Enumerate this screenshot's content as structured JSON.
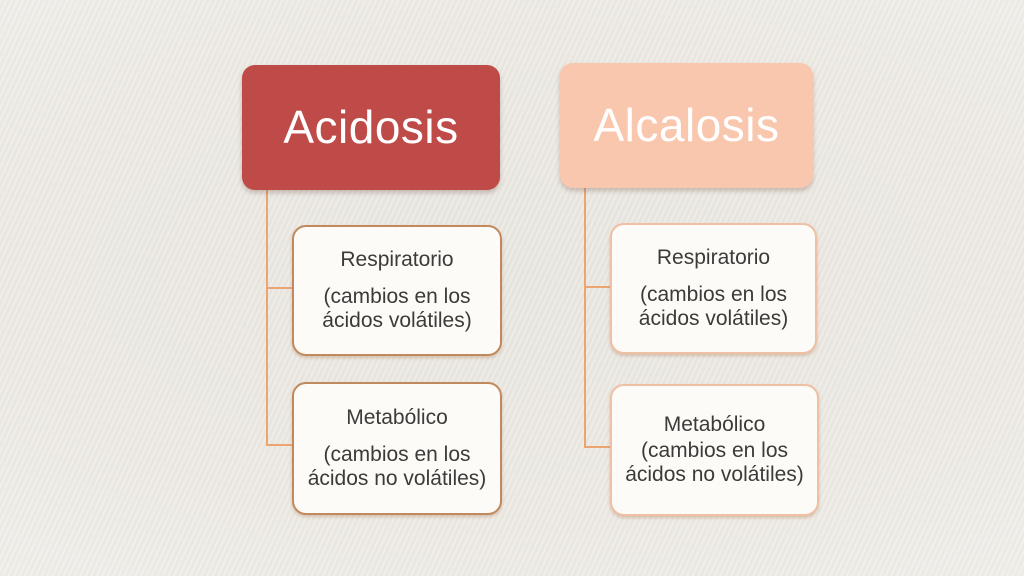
{
  "slide": {
    "background_color": "#EFEDE7",
    "diagram": {
      "type": "hierarchy",
      "columns": [
        {
          "id": "acidosis",
          "header": {
            "label": "Acidosis",
            "fill": "#BE4B48",
            "text_color": "#FFFFFF"
          },
          "connector_color": "#EDA471",
          "child_border_color": "#C08A5E",
          "children": [
            {
              "title": "Respiratorio",
              "subtitle": "(cambios en los ácidos volátiles)"
            },
            {
              "title": "Metabólico",
              "subtitle": "(cambios en los ácidos no volátiles)"
            }
          ]
        },
        {
          "id": "alcalosis",
          "header": {
            "label": "Alcalosis",
            "fill": "#F9C7AE",
            "text_color": "#FFFFFF"
          },
          "connector_color": "#EDA471",
          "child_border_color": "#EFC0A3",
          "children": [
            {
              "title": "Respiratorio",
              "subtitle": "(cambios en los ácidos volátiles)"
            },
            {
              "title": "Metabólico",
              "subtitle": "(cambios en los ácidos no volátiles)"
            }
          ]
        }
      ]
    }
  }
}
